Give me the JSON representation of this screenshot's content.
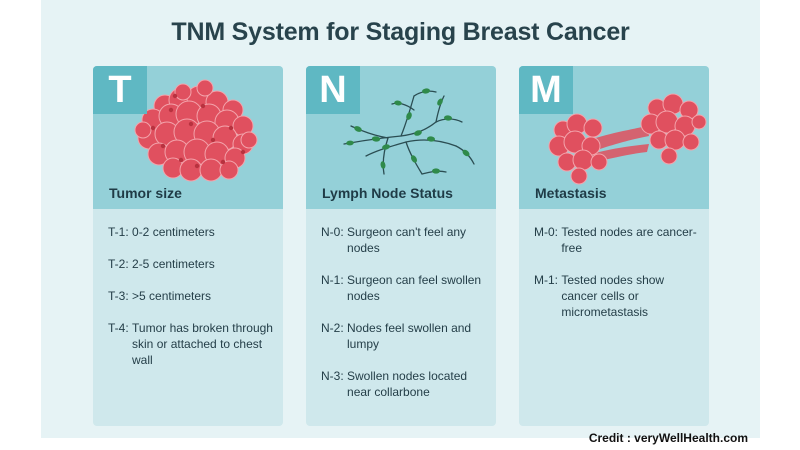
{
  "title": "TNM System for Staging Breast Cancer",
  "credit": "Credit : veryWellHealth.com",
  "cards": [
    {
      "letter": "T",
      "heading": "Tumor size",
      "items": [
        {
          "code": "T-1:",
          "text": "0-2 centimeters"
        },
        {
          "code": "T-2:",
          "text": "2-5 centimeters"
        },
        {
          "code": "T-3:",
          "text": ">5 centimeters"
        },
        {
          "code": "T-4:",
          "text": "Tumor has broken through skin or attached to chest wall"
        }
      ]
    },
    {
      "letter": "N",
      "heading": "Lymph Node Status",
      "items": [
        {
          "code": "N-0:",
          "text": "Surgeon can't feel any nodes"
        },
        {
          "code": "N-1:",
          "text": "Surgeon can feel swollen nodes"
        },
        {
          "code": "N-2:",
          "text": "Nodes feel swollen and lumpy"
        },
        {
          "code": "N-3:",
          "text": "Swollen nodes located near collarbone"
        }
      ]
    },
    {
      "letter": "M",
      "heading": "Metastasis",
      "items": [
        {
          "code": "M-0:",
          "text": "Tested nodes are cancer-free"
        },
        {
          "code": "M-1:",
          "text": "Tested nodes show cancer cells or micrometastasis"
        }
      ]
    }
  ],
  "colors": {
    "background": "#e6f3f5",
    "card_body": "#cfe8ec",
    "card_header": "#94d0d8",
    "letter_box": "#5fb8c3",
    "tumor": "#e0505f",
    "tumor_dark": "#b8323f",
    "lymph_line": "#2b4d52",
    "lymph_node": "#2f8a4a"
  }
}
